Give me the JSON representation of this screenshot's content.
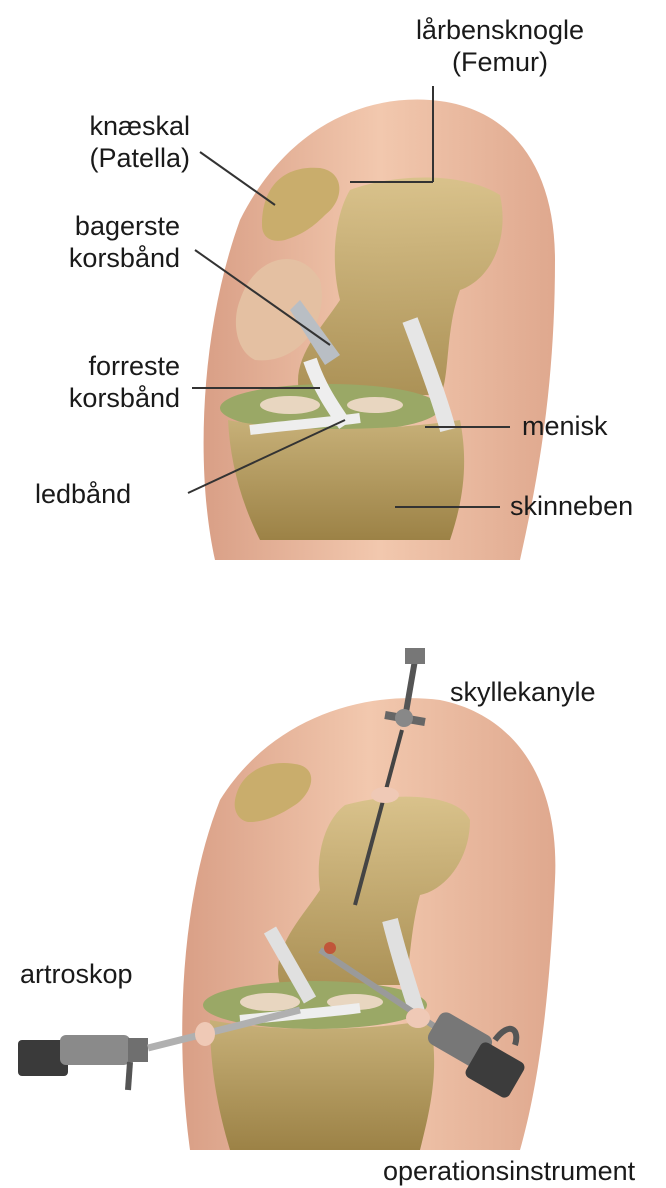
{
  "top_figure": {
    "labels": {
      "femur_line1": "lårbensknogle",
      "femur_line2": "(Femur)",
      "patella_line1": "knæskal",
      "patella_line2": "(Patella)",
      "posterior_line1": "bagerste",
      "posterior_line2": "korsbånd",
      "anterior_line1": "forreste",
      "anterior_line2": "korsbånd",
      "ligament": "ledbånd",
      "meniscus": "menisk",
      "tibia": "skinneben"
    }
  },
  "bottom_figure": {
    "labels": {
      "cannula": "skyllekanyle",
      "arthroscope": "artroskop",
      "instrument": "operationsinstrument"
    }
  },
  "colors": {
    "skin": "#e8b89c",
    "bone": "#cdb57a",
    "ligament": "#e6e6e6",
    "meniscus": "#9aa866",
    "leader": "#333333"
  }
}
